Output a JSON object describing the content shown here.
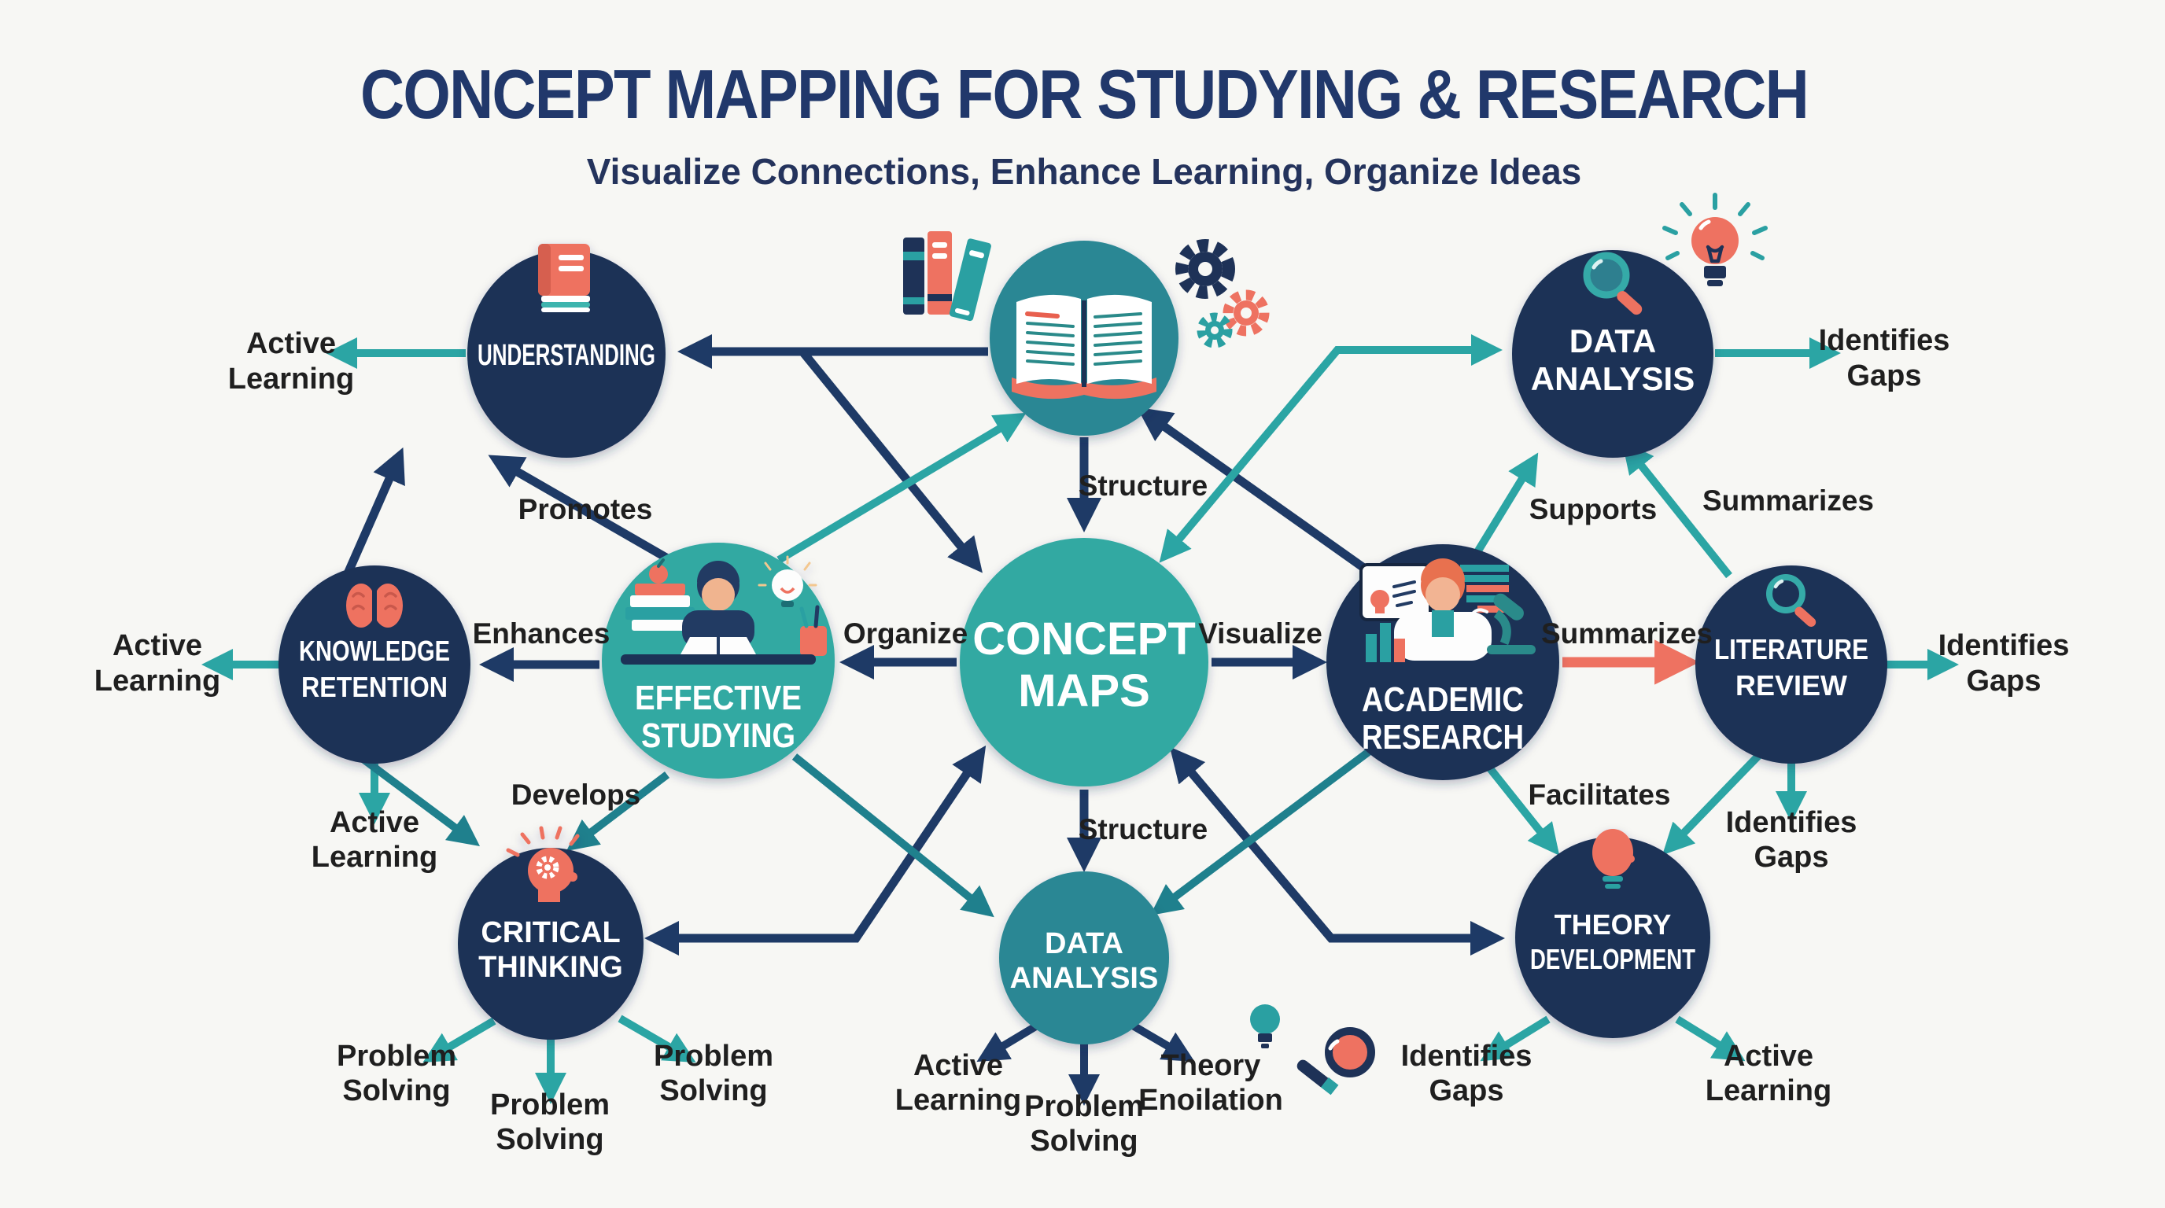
{
  "title": "CONCEPT MAPPING FOR STUDYING & RESEARCH",
  "subtitle": "Visualize Connections, Enhance Learning, Organize Ideas",
  "colors": {
    "background": "#f7f7f4",
    "navy": "#1e3257",
    "navy_arrow": "#1e3a66",
    "teal": "#2fa7a0",
    "teal_node": "#31a9a2",
    "teal_dark_node": "#2b8794",
    "teal_arrow": "#2ba5a4",
    "teal_deep": "#1f808d",
    "salmon": "#ee7261",
    "ink": "#1f1f1f",
    "title_navy": "#21386b"
  },
  "nodes": {
    "understanding": {
      "label": "UNDERSTANDING"
    },
    "open_book": {
      "label": ""
    },
    "data_analysis_top": {
      "line1": "DATA",
      "line2": "ANALYSIS"
    },
    "knowledge_retention": {
      "line1": "KNOWLEDGE",
      "line2": "RETENTION"
    },
    "effective_studying": {
      "line1": "EFFECTIVE",
      "line2": "STUDYING"
    },
    "concept_maps": {
      "line1": "CONCEPT",
      "line2": "MAPS"
    },
    "academic_research": {
      "line1": "ACADEMIC",
      "line2": "RESEARCH"
    },
    "literature_review": {
      "line1": "LITERATURE",
      "line2": "REVIEW"
    },
    "critical_thinking": {
      "line1": "CRITICAL",
      "line2": "THINKING"
    },
    "data_analysis_bottom": {
      "line1": "DATA",
      "line2": "ANALYSIS"
    },
    "theory_development": {
      "line1": "THEORY",
      "line2": "DEVELOPMENT"
    }
  },
  "edge_labels": {
    "promotes": "Promotes",
    "structure_top": "Structure",
    "supports": "Supports",
    "summarizes_top": "Summarizes",
    "enhances": "Enhances",
    "organize": "Organize",
    "visualize": "Visualize",
    "summarizes_mid": "Summarizes",
    "develops": "Develops",
    "structure_bottom": "Structure",
    "facilitates": "Facilitates"
  },
  "outcome_labels": {
    "understanding_active_learning": [
      "Active",
      "Learning"
    ],
    "data_analysis_identifies_gaps": [
      "Identifies",
      "Gaps"
    ],
    "retention_active_learning_left": [
      "Active",
      "Learning"
    ],
    "retention_active_learning_down": [
      "Active",
      "Learning"
    ],
    "literature_identifies_gaps_right": [
      "Identifies",
      "Gaps"
    ],
    "literature_identifies_gaps_down": [
      "Identifies",
      "Gaps"
    ],
    "critical_problem_solving_left": [
      "Problem",
      "Solving"
    ],
    "critical_problem_solving_center": [
      "Problem",
      "Solving"
    ],
    "critical_problem_solving_right": [
      "Problem",
      "Solving"
    ],
    "data_bottom_active_learning": [
      "Active",
      "Learning"
    ],
    "data_bottom_problem_solving": [
      "Problem",
      "Solving"
    ],
    "data_bottom_theory_enoilation": [
      "Theory",
      "Enoilation"
    ],
    "theory_identifies_gaps": [
      "Identifies",
      "Gaps"
    ],
    "theory_active_learning": [
      "Active",
      "Learning"
    ]
  },
  "icons": {
    "understanding": "book-icon",
    "open_book": "open-book-icon",
    "data_analysis_top": "magnifier-icon",
    "knowledge_retention": "brain-icon",
    "effective_studying": "student-studying-icon",
    "academic_research": "researcher-icon",
    "literature_review": "magnifier-icon",
    "critical_thinking": "head-gear-icon",
    "theory_development": "head-bulb-icon",
    "decor": [
      "books-stack-icon",
      "gears-icon",
      "lightbulb-icon",
      "lightbulb-small-icon",
      "magnifier-small-icon"
    ]
  }
}
